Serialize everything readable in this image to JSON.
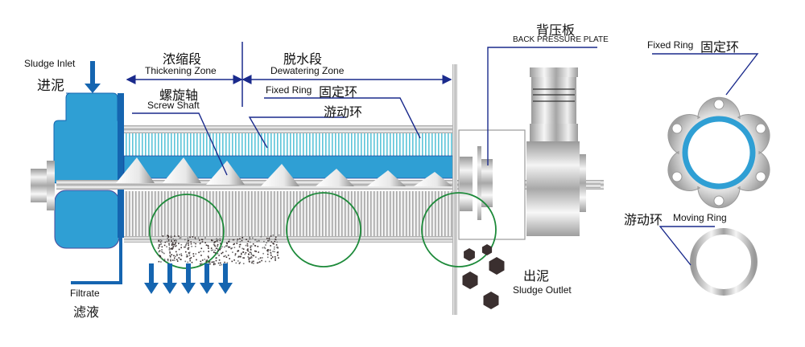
{
  "title": "Screw Press Sludge Dewatering Machine Diagram",
  "colors": {
    "blue_body": "#2f9fd4",
    "blue_dark": "#1565b0",
    "leader_line": "#1a2a8c",
    "green_circle": "#1d8a3a",
    "sludge": "#3a2f2f",
    "steel": "#bdbdbd",
    "cyan_stripe": "#5cc4d8"
  },
  "labels": {
    "sludge_inlet": {
      "en": "Sludge Inlet",
      "cn": "进泥"
    },
    "thickening_zone": {
      "en": "Thickening Zone",
      "cn": "浓缩段"
    },
    "dewatering_zone": {
      "en": "Dewatering Zone",
      "cn": "脱水段"
    },
    "screw_shaft": {
      "en": "Screw Shaft",
      "cn": "螺旋轴"
    },
    "fixed_ring_main": {
      "en": "Fixed Ring",
      "cn": "固定环"
    },
    "moving_ring_main": {
      "cn": "游动环"
    },
    "back_pressure_plate": {
      "en": "BACK PRESSURE PLATE",
      "cn": "背压板"
    },
    "filtrate": {
      "en": "Filtrate",
      "cn": "滤液"
    },
    "sludge_outlet": {
      "en": "Sludge Outlet",
      "cn": "出泥"
    },
    "fixed_ring_detail": {
      "en": "Fixed Ring",
      "cn": "固定环"
    },
    "moving_ring_detail": {
      "en": "Moving Ring",
      "cn": "游动环"
    }
  },
  "filtrate_arrow_count": 5,
  "inspection_circle_count": 3
}
